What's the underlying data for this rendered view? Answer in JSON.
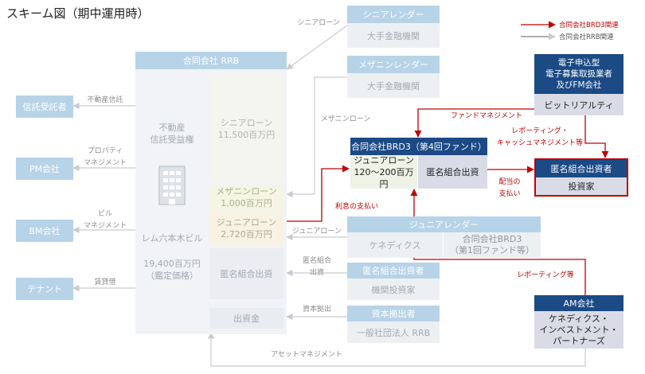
{
  "title": "スキーム図（期中運用時）",
  "legend": {
    "brd3": "合同会社BRD3関連",
    "rrb": "合同会社RRB関連",
    "brd3_color": "#c00000",
    "rrb_color": "#7f7f7f"
  },
  "rrb_company": {
    "header": "合同会社 RRB",
    "asset_col": "不動産\n信託受益権",
    "property_name": "レム六本木ビル",
    "appraisal": "19,400百万円\n（鑑定価格）",
    "tranches": {
      "senior": "シニアローン\n11,500百万円",
      "mezz": "メザニンローン\n1,000百万円",
      "junior": "ジュニアローン\n2,720百万円",
      "tk": "匿名組合出資",
      "equity": "出資金"
    }
  },
  "left_parties": [
    {
      "name": "信託受託者",
      "flow": "不動産信託"
    },
    {
      "name": "PM会社",
      "flow": "プロパティ\nマネジメント"
    },
    {
      "name": "BM会社",
      "flow": "ビル\nマネジメント"
    },
    {
      "name": "テナント",
      "flow": "賃貸借"
    }
  ],
  "lenders": {
    "senior": {
      "header": "シニアレンダー",
      "body": "大手金融機関",
      "flow": "シニアローン"
    },
    "mezz": {
      "header": "メザニンレンダー",
      "body": "大手金融機関",
      "flow": "メザニンローン"
    },
    "junior": {
      "header": "ジュニアレンダー",
      "body1": "ケネディクス",
      "body2": "合同会社BRD3\n（第1回ファンド等）",
      "flow": "ジュニアローン"
    },
    "tk": {
      "header": "匿名組合出資者",
      "body": "機関投資家",
      "flow": "匿名組合\n出資"
    },
    "equity": {
      "header": "資本拠出者",
      "body": "一般社団法人 RRB",
      "flow": "資本拠出"
    }
  },
  "brd3": {
    "header": "合同会社BRD3（第4回ファンド）",
    "junior_loan": "ジュニアローン\n120～200百万円",
    "tk_investment": "匿名組合出資"
  },
  "fm": {
    "header": "電子申込型\n電子募集取扱業者\n及びFM会社",
    "body": "ビットリアルティ"
  },
  "investor": {
    "header": "匿名組合出資者",
    "body": "投資家"
  },
  "am": {
    "header": "AM会社",
    "body": "ケネディクス・\nインベストメント・\nパートナーズ"
  },
  "flows": {
    "fund_management": "ファンドマネジメント",
    "reporting_cash": "レポーティング・\nキャッシュマネジメント等",
    "dividend": "配当の\n支払い",
    "interest": "利息の支払い",
    "reporting": "レポーティング等",
    "asset_management": "アセットマネジメント"
  }
}
